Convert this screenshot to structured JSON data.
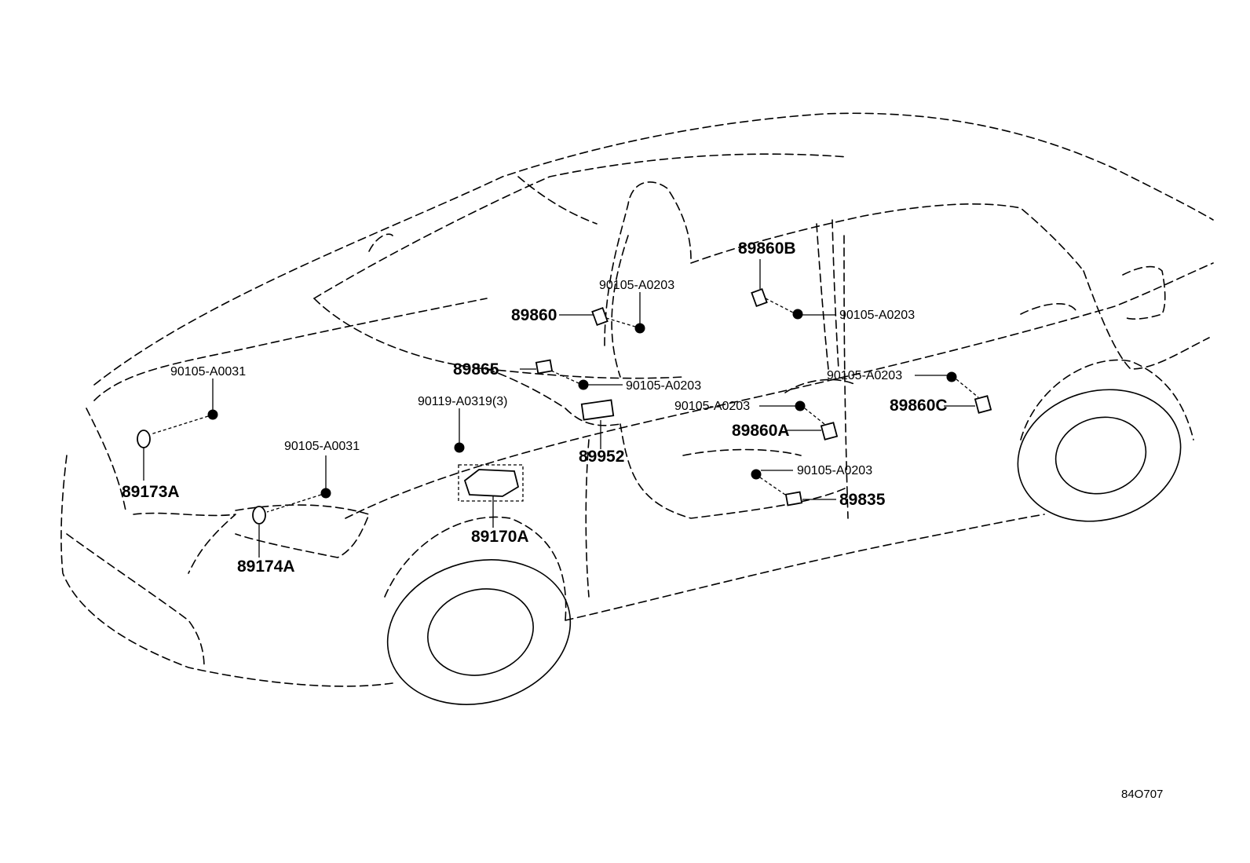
{
  "diagram": {
    "reference_code": "84O707",
    "parts": {
      "p89860B": "89860B",
      "p90105_a0203_1": "90105-A0203",
      "p89860": "89860",
      "p90105_a0203_2": "90105-A0203",
      "p89865": "89865",
      "p90105_a0203_3": "90105-A0203",
      "p90105_a0031_1": "90105-A0031",
      "p90119": "90119-A0319(3)",
      "p90105_a0203_4": "90105-A0203",
      "p89860C": "89860C",
      "p90105_a0203_5": "90105-A0203",
      "p89860A": "89860A",
      "p89952": "89952",
      "p90105_a0031_2": "90105-A0031",
      "p90105_a0203_6": "90105-A0203",
      "p89173A": "89173A",
      "p89835": "89835",
      "p89170A": "89170A",
      "p89174A": "89174A"
    }
  }
}
